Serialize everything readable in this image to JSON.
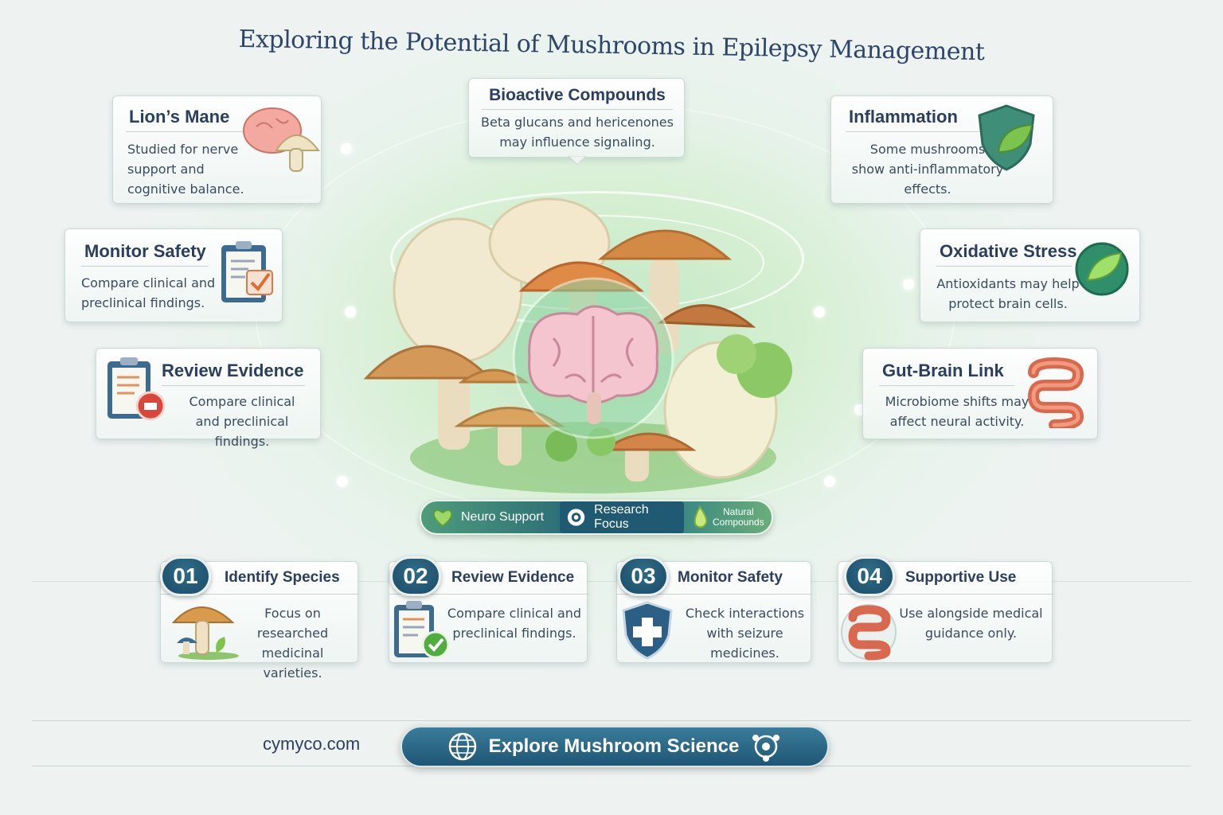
{
  "title": "Exploring the Potential of Mushrooms in Epilepsy Management",
  "cards": {
    "lions_mane": {
      "title": "Lion’s Mane",
      "text": [
        "Studied for nerve",
        "support and",
        "cognitive balance."
      ]
    },
    "bioactive": {
      "title": "Bioactive Compounds",
      "text": [
        "Beta glucans and hericenones",
        "may influence signaling."
      ]
    },
    "inflammation": {
      "title": "Inflammation",
      "text": [
        "Some mushrooms",
        "show anti-inflammatory",
        "effects."
      ]
    },
    "monitor_safety": {
      "title": "Monitor Safety",
      "text": [
        "Compare clinical and",
        "preclinical findings."
      ]
    },
    "oxidative": {
      "title": "Oxidative Stress",
      "text": [
        "Antioxidants may help",
        "protect brain cells."
      ]
    },
    "review_evidence": {
      "title": "Review Evidence",
      "text": [
        "Compare clinical",
        "and preclinical findings."
      ]
    },
    "gut_brain": {
      "title": "Gut-Brain Link",
      "text": [
        "Microbiome shifts may",
        "affect neural activity."
      ]
    }
  },
  "pills": {
    "neuro": "Neuro Support",
    "research": "Research Focus",
    "natural_1": "Natural",
    "natural_2": "Compounds"
  },
  "steps": [
    {
      "number": "01",
      "title": "Identify Species",
      "text": [
        "Focus on researched",
        "medicinal varieties."
      ],
      "icon": "mushroom-icon"
    },
    {
      "number": "02",
      "title": "Review Evidence",
      "text": [
        "Compare clinical and",
        "preclinical findings."
      ],
      "icon": "clipboard-check-icon"
    },
    {
      "number": "03",
      "title": "Monitor Safety",
      "text": [
        "Check interactions",
        "with seizure medicines."
      ],
      "icon": "shield-cross-icon"
    },
    {
      "number": "04",
      "title": "Supportive Use",
      "text": [
        "Use alongside medical",
        "guidance only."
      ],
      "icon": "intestine-icon"
    }
  ],
  "footer": {
    "site": "cymyco.com",
    "cta": "Explore Mushroom Science"
  },
  "colors": {
    "navy": "#2b3f5c",
    "teal": "#1f5675",
    "mint": "#bfe8c4"
  }
}
